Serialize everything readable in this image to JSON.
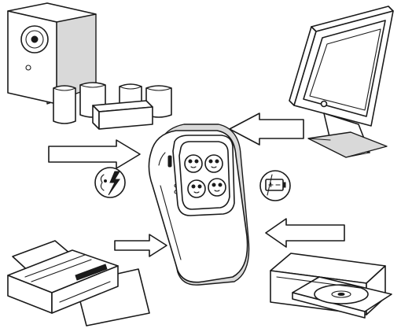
{
  "diagram": {
    "kind": "line-art illustration",
    "center_device": "surge-protector",
    "connected_devices": [
      "speaker-system",
      "computer-monitor",
      "printer",
      "disc-drive"
    ],
    "protection_icons": [
      "lightning-surge-icon",
      "battery-power-icon"
    ],
    "stroke_color": "#1a1a1a",
    "background_color": "#ffffff"
  }
}
